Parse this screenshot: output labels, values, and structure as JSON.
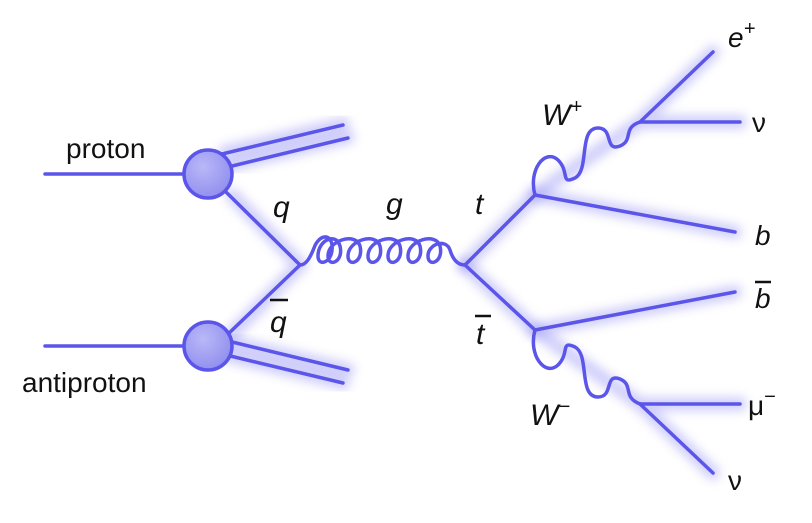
{
  "diagram": {
    "labels": {
      "proton": "proton",
      "antiproton": "antiproton",
      "q": "q",
      "qbar": "q",
      "g": "g",
      "t": "t",
      "tbar": "t",
      "w_plus_base": "W",
      "w_plus_sup": "+",
      "w_minus_base": "W",
      "w_minus_sup": "−",
      "e_base": "e",
      "e_sup": "+",
      "nu_top": "ν",
      "b": "b",
      "bbar": "b",
      "mu_base": "μ",
      "mu_sup": "−",
      "nu_bottom": "ν"
    },
    "colors": {
      "line": "#5b55ea",
      "glow": "#7b78f2",
      "blob": "#9d9cf2"
    }
  }
}
